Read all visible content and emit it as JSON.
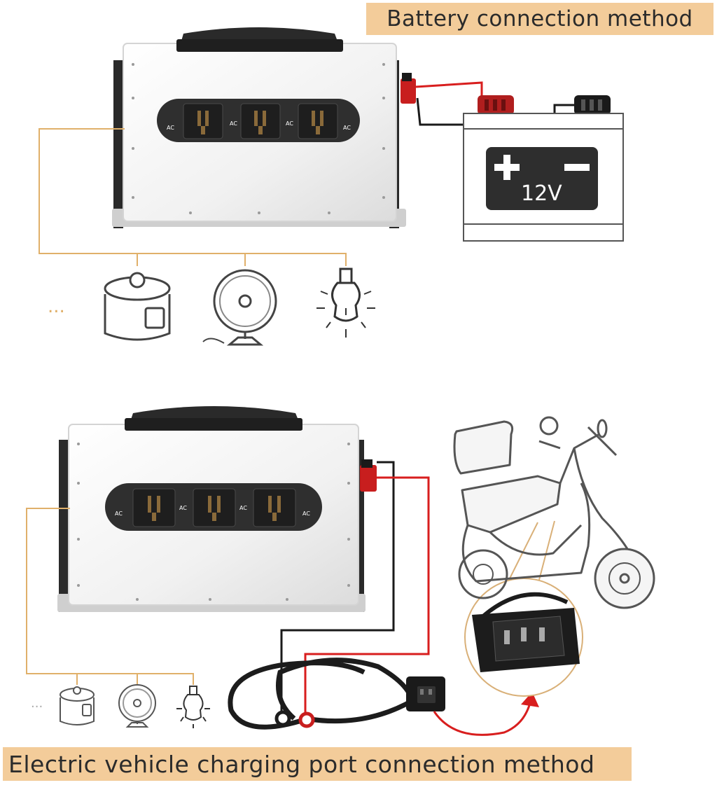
{
  "title_top": "Battery connection method",
  "title_bottom": "Electric vehicle charging port connection method",
  "battery_voltage": "12V",
  "socket_label": "AC",
  "ellipsis": "...",
  "colors": {
    "banner_bg": "#f3cc9a",
    "positive_wire": "#d81e1e",
    "negative_wire": "#1a1a1a",
    "appliance_wire": "#e0b06a",
    "panel": "#2f2f2f",
    "battery_face": "#2e2e2e"
  }
}
